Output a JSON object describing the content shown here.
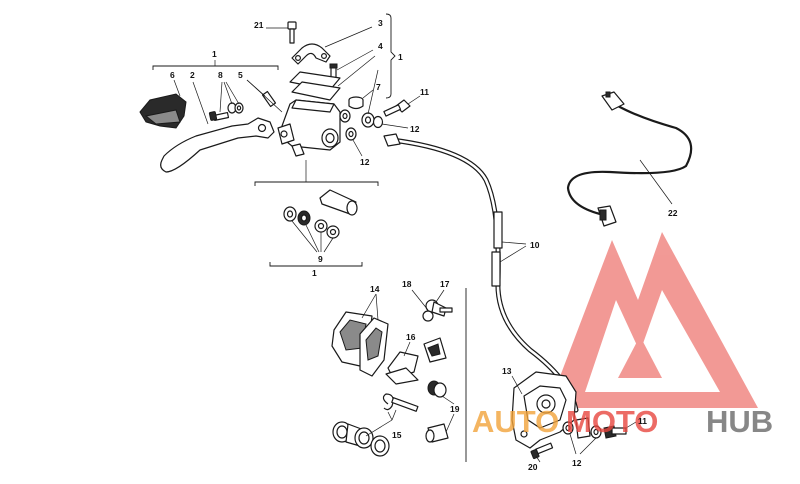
{
  "labels": {
    "l1_a": "1",
    "l1_b": "1",
    "l1_c": "1",
    "l2": "2",
    "l3": "3",
    "l4": "4",
    "l5": "5",
    "l6": "6",
    "l7": "7",
    "l8": "8",
    "l9": "9",
    "l10": "10",
    "l11_a": "11",
    "l11_b": "11",
    "l12_a": "12",
    "l12_b": "12",
    "l12_c": "12",
    "l13": "13",
    "l14": "14",
    "l15": "15",
    "l16": "16",
    "l17": "17",
    "l18": "18",
    "l19": "19",
    "l20": "20",
    "l21": "21",
    "l22": "22"
  },
  "watermark": {
    "word_a": "AUTO",
    "word_b": "MOTO",
    "word_c": "HUB",
    "color_red": "#e8473f",
    "color_orange": "#f2a33a",
    "color_grey": "#6a6a6a"
  }
}
